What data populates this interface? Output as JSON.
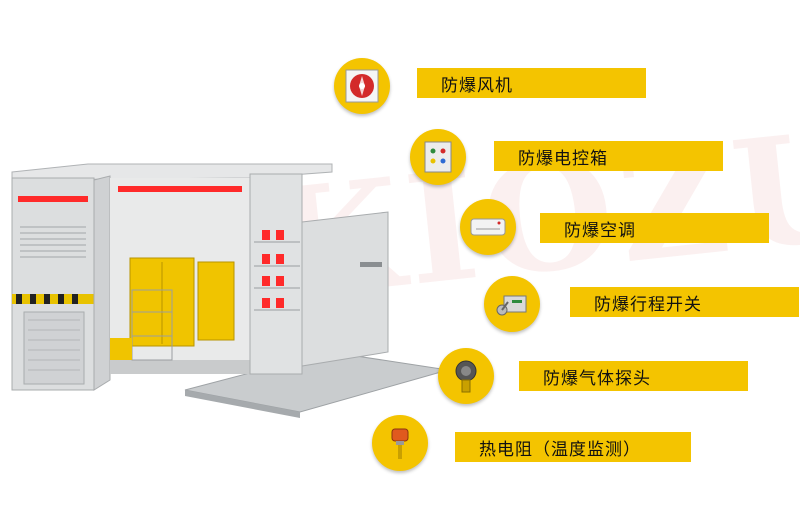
{
  "watermark": "WIKIOZU",
  "colors": {
    "accent": "#f4c400",
    "cabinet": "#ff2a2a"
  },
  "features": [
    {
      "label": "防爆风机",
      "icon": "explosion-proof-fan-icon"
    },
    {
      "label": "防爆电控箱",
      "icon": "explosion-proof-control-box-icon"
    },
    {
      "label": "防爆空调",
      "icon": "explosion-proof-air-conditioner-icon"
    },
    {
      "label": "防爆行程开关",
      "icon": "explosion-proof-limit-switch-icon"
    },
    {
      "label": "防爆气体探头",
      "icon": "gas-detector-icon"
    },
    {
      "label": "热电阻（温度监测）",
      "icon": "thermal-resistor-icon"
    }
  ]
}
